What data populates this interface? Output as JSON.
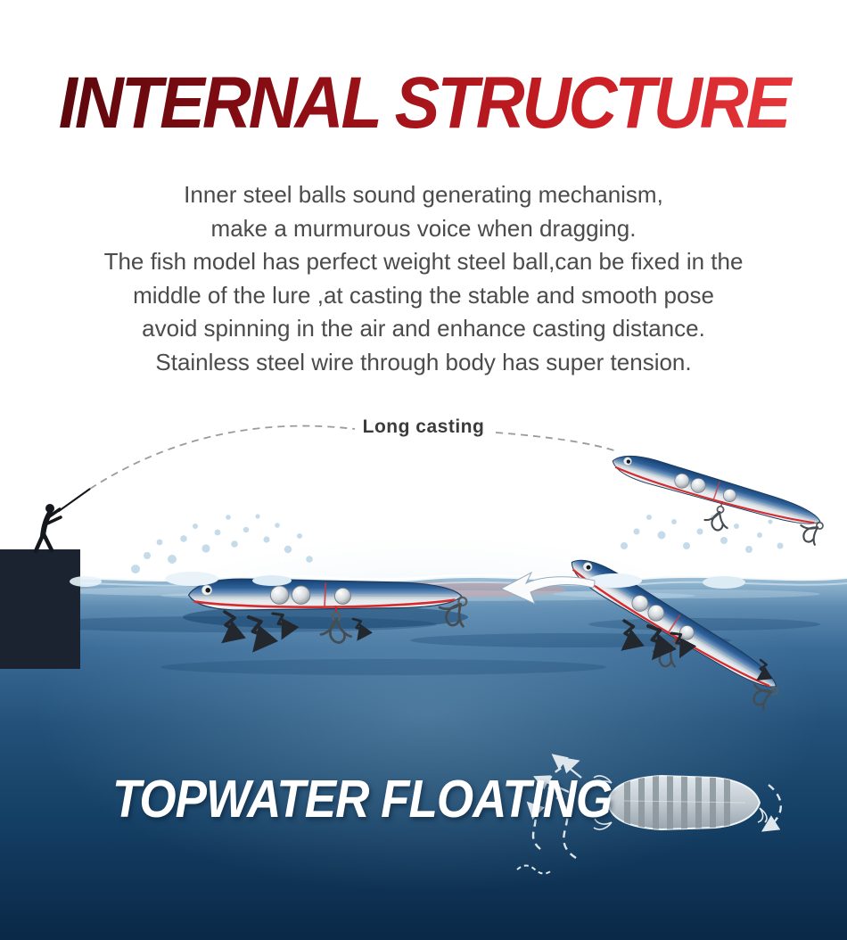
{
  "header": {
    "title": "INTERNAL STRUCTURE",
    "description_lines": [
      "Inner steel balls sound generating mechanism,",
      "make a murmurous voice when dragging.",
      "The fish model has perfect weight steel ball,can be fixed in the",
      "middle of the lure ,at casting the stable and smooth pose",
      "avoid spinning in the air and enhance casting distance.",
      "Stainless steel wire through body has super tension."
    ]
  },
  "scene": {
    "long_casting_label": "Long casting",
    "topwater_label": "TOPWATER FLOATING"
  },
  "icons": {
    "rattle": "rattle-zigzag-icon",
    "retrieve_arrow": "retrieve-direction-arrow-icon",
    "wobble_arrows": "wobble-dashed-arrow-icon",
    "fisherman": "fisherman-casting-silhouette",
    "lure": "pencil-lure-illustration"
  },
  "colors": {
    "title_gradient_dark": "#4f060b",
    "title_gradient_bright": "#ef3d41",
    "body_text": "#4b4b4b",
    "water_surface": "#93b7d0",
    "water_deep": "#0a2847",
    "lure_back_blue": "#2e6098",
    "lure_belly_silver": "#e4e9ed",
    "lure_accent_red": "#d42b2e",
    "pier_dark": "#1b2330",
    "label_white": "#ffffff"
  }
}
